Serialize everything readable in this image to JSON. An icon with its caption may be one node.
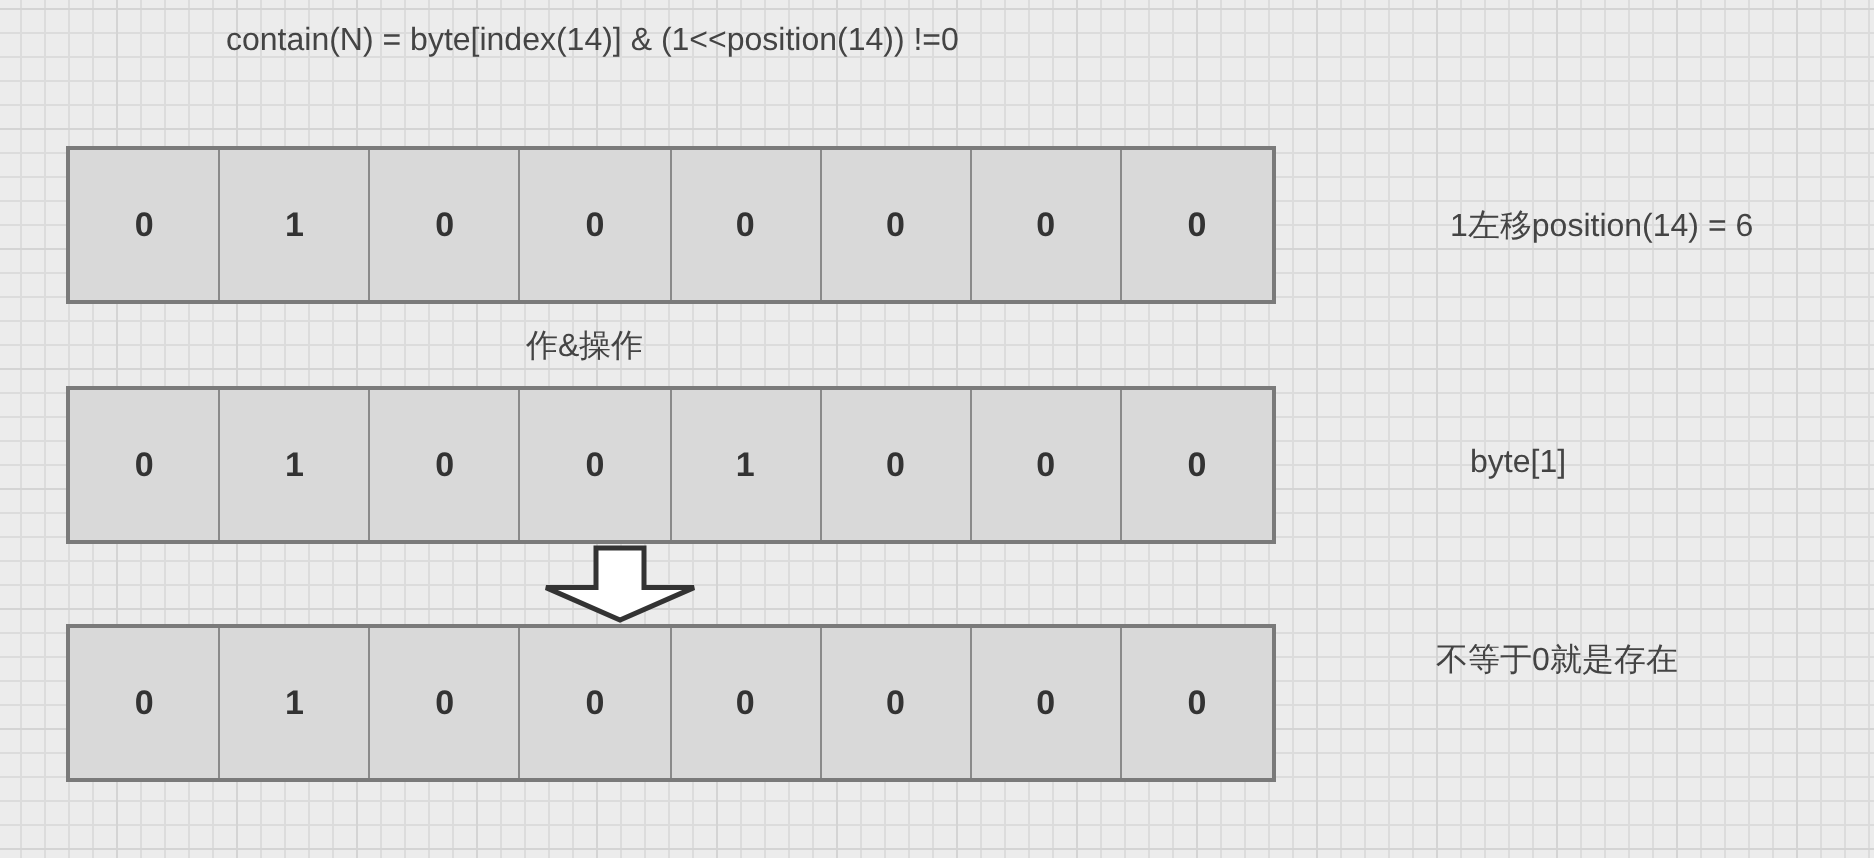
{
  "diagram": {
    "title": "contain(N) = byte[index(14)] & (1<<position(14)) !=0",
    "nodes": [
      {
        "text": [],
        "shape": "box"
      },
      {
        "text": [
          "0"
        ],
        "in": 0
      },
      {
        "text": [
          "1"
        ],
        "in": 0
      },
      {
        "text": [
          "0"
        ],
        "in": 0
      },
      {
        "text": [
          "0"
        ],
        "in": 0
      },
      {
        "text": [
          "0"
        ],
        "in": 0
      },
      {
        "text": [
          "0"
        ],
        "in": 0
      },
      {
        "text": [
          "0"
        ],
        "in": 0
      },
      {
        "text": [
          "0"
        ],
        "in": 0
      },
      {
        "text": [],
        "shape": "box"
      },
      {
        "text": [
          "0"
        ],
        "in": 9
      },
      {
        "text": [
          "1"
        ],
        "in": 9
      },
      {
        "text": [
          "0"
        ],
        "in": 9
      },
      {
        "text": [
          "0"
        ],
        "in": 9
      },
      {
        "text": [
          "1"
        ],
        "in": 9
      },
      {
        "text": [
          "0"
        ],
        "in": 9
      },
      {
        "text": [
          "0"
        ],
        "in": 9
      },
      {
        "text": [
          "0"
        ],
        "in": 9
      },
      {
        "text": [],
        "shape": "box"
      },
      {
        "text": [
          "0"
        ],
        "in": 18
      },
      {
        "text": [
          "1"
        ],
        "in": 18
      },
      {
        "text": [
          "0"
        ],
        "in": 18
      },
      {
        "text": [
          "0"
        ],
        "in": 18
      },
      {
        "text": [
          "0"
        ],
        "in": 18
      },
      {
        "text": [
          "0"
        ],
        "in": 18
      },
      {
        "text": [
          "0"
        ],
        "in": 18
      },
      {
        "text": [
          "0"
        ],
        "in": 18
      }
    ],
    "edges": [
      {
        "from": 9,
        "to": 18,
        "arrow": "to"
      }
    ],
    "labels": [
      "1左移position(14) = 6",
      "作&操作",
      "byte[1]",
      "不等于0就是存在"
    ]
  }
}
